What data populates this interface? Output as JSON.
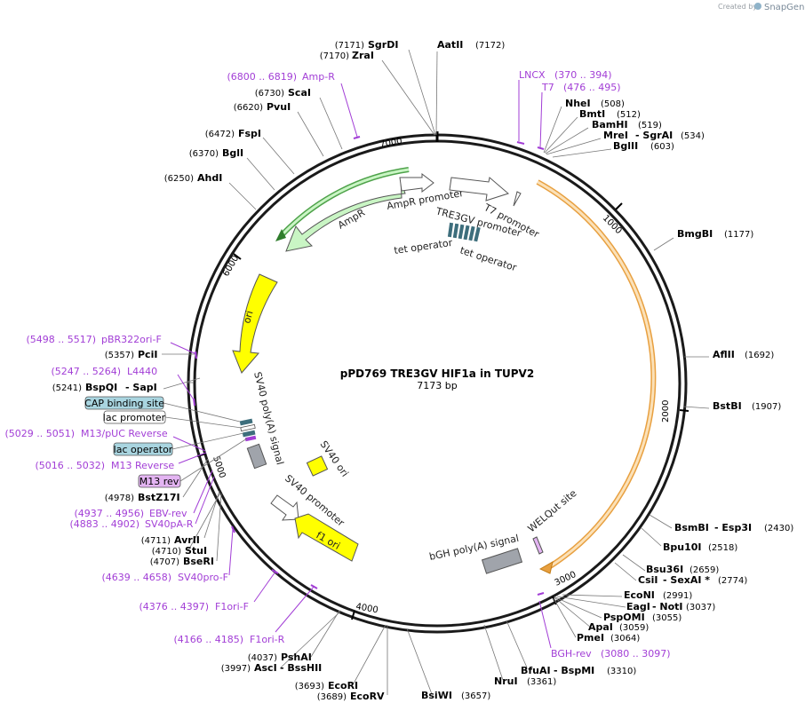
{
  "brand": {
    "created_by": "Created by",
    "name": "SnapGene"
  },
  "plasmid": {
    "name": "pPD769 TRE3GV HIF1a in TUPV2",
    "size": "7173 bp"
  },
  "ticks": [
    "1000",
    "2000",
    "3000",
    "4000",
    "5000",
    "6000",
    "7000"
  ],
  "sites_top": [
    {
      "pos": "(7171)",
      "name": "SgrDI"
    },
    {
      "pos": "(7172)",
      "name": "AatII"
    },
    {
      "pos": "(7170)",
      "name": "ZraI"
    },
    {
      "pos": "(6730)",
      "name": "ScaI"
    },
    {
      "pos": "(6620)",
      "name": "PvuI"
    },
    {
      "pos": "(6472)",
      "name": "FspI"
    },
    {
      "pos": "(6370)",
      "name": "BglI"
    },
    {
      "pos": "(6250)",
      "name": "AhdI"
    }
  ],
  "sites_right": [
    {
      "name": "NheI",
      "pos": "(508)"
    },
    {
      "name": "BmtI",
      "pos": "(512)"
    },
    {
      "name": "BamHI",
      "pos": "(519)"
    },
    {
      "name": "MreI",
      "sep": "- SgrAI",
      "pos": "(534)"
    },
    {
      "name": "BglII",
      "pos": "(603)"
    },
    {
      "name": "BmgBI",
      "pos": "(1177)"
    },
    {
      "name": "AflII",
      "pos": "(1692)"
    },
    {
      "name": "BstBI",
      "pos": "(1907)"
    },
    {
      "name": "BsmBI",
      "sep": "- Esp3I",
      "pos": "(2430)"
    },
    {
      "name": "Bpu10I",
      "pos": "(2518)"
    },
    {
      "name": "Bsu36I",
      "pos": "(2659)"
    },
    {
      "name": "CsiI",
      "sep": "- SexAI *",
      "pos": "(2774)"
    },
    {
      "name": "EcoNI",
      "pos": "(2991)"
    },
    {
      "name": "EagI",
      "sep": "- NotI",
      "pos": "(3037)"
    },
    {
      "name": "PspOMI",
      "pos": "(3055)"
    },
    {
      "name": "ApaI",
      "pos": "(3059)"
    },
    {
      "name": "PmeI",
      "pos": "(3064)"
    },
    {
      "name": "BfuAI",
      "sep": "- BspMI",
      "pos": "(3310)"
    },
    {
      "name": "NruI",
      "pos": "(3361)"
    },
    {
      "name": "BsiWI",
      "pos": "(3657)"
    }
  ],
  "sites_left": [
    {
      "pos": "(5357)",
      "name": "PciI"
    },
    {
      "pos": "(5241)",
      "name": "BspQI",
      "sep": "- SapI"
    },
    {
      "pos": "(4978)",
      "name": "BstZ17I"
    },
    {
      "pos": "(4711)",
      "name": "AvrII"
    },
    {
      "pos": "(4710)",
      "name": "StuI"
    },
    {
      "pos": "(4707)",
      "name": "BseRI"
    },
    {
      "pos": "(4037)",
      "name": "PshAI"
    },
    {
      "pos": "(3997)",
      "name": "AscI",
      "sep": "- BssHII"
    },
    {
      "pos": "(3693)",
      "name": "EcoRI"
    },
    {
      "pos": "(3689)",
      "name": "EcoRV"
    }
  ],
  "primers": [
    {
      "range": "(6800 .. 6819)",
      "name": "Amp-R"
    },
    {
      "range": "(370 .. 394)",
      "name": "LNCX"
    },
    {
      "range": "(476 .. 495)",
      "name": "T7"
    },
    {
      "range": "(5498 .. 5517)",
      "name": "pBR322ori-F"
    },
    {
      "range": "(5247 .. 5264)",
      "name": "L4440"
    },
    {
      "range": "(5029 .. 5051)",
      "name": "M13/pUC Reverse"
    },
    {
      "range": "(5016 .. 5032)",
      "name": "M13 Reverse"
    },
    {
      "range": "(4937 .. 4956)",
      "name": "EBV-rev"
    },
    {
      "range": "(4883 .. 4902)",
      "name": "SV40pA-R"
    },
    {
      "range": "(4639 .. 4658)",
      "name": "SV40pro-F"
    },
    {
      "range": "(4376 .. 4397)",
      "name": "F1ori-F"
    },
    {
      "range": "(4166 .. 4185)",
      "name": "F1ori-R"
    },
    {
      "range": "(3080 .. 3097)",
      "name": "BGH-rev"
    }
  ],
  "tag_features": [
    {
      "name": "CAP binding site",
      "fill": "#a9d5e0"
    },
    {
      "name": "lac promoter",
      "fill": "#ffffff"
    },
    {
      "name": "lac operator",
      "fill": "#a9d5e0"
    },
    {
      "name": "M13 rev",
      "fill": "#e3b4f2"
    }
  ],
  "inner_features": {
    "amp_promoter": "AmpR promoter",
    "ampr": "AmpR",
    "t7_promoter": "T7 promoter",
    "tre3gv": "TRE3GV promoter",
    "tet_op_1": "tet operator",
    "tet_op_2": "tet operator",
    "ori": "ori",
    "sv40_polya": "SV40 poly(A) signal",
    "sv40_ori": "SV40 ori",
    "sv40_promoter": "SV40 promoter",
    "f1_ori": "f1 ori",
    "bgh_polya": "bGH poly(A) signal",
    "welqut": "WELQut site"
  },
  "colors": {
    "backbone": "#1a1a1a",
    "ampr": "#c9f5c4",
    "ori": "#ffff00",
    "hif": "#f7c78a",
    "primer": "#a23ed6",
    "polya": "#a0a4ab",
    "tet": "#3d6e7c"
  }
}
